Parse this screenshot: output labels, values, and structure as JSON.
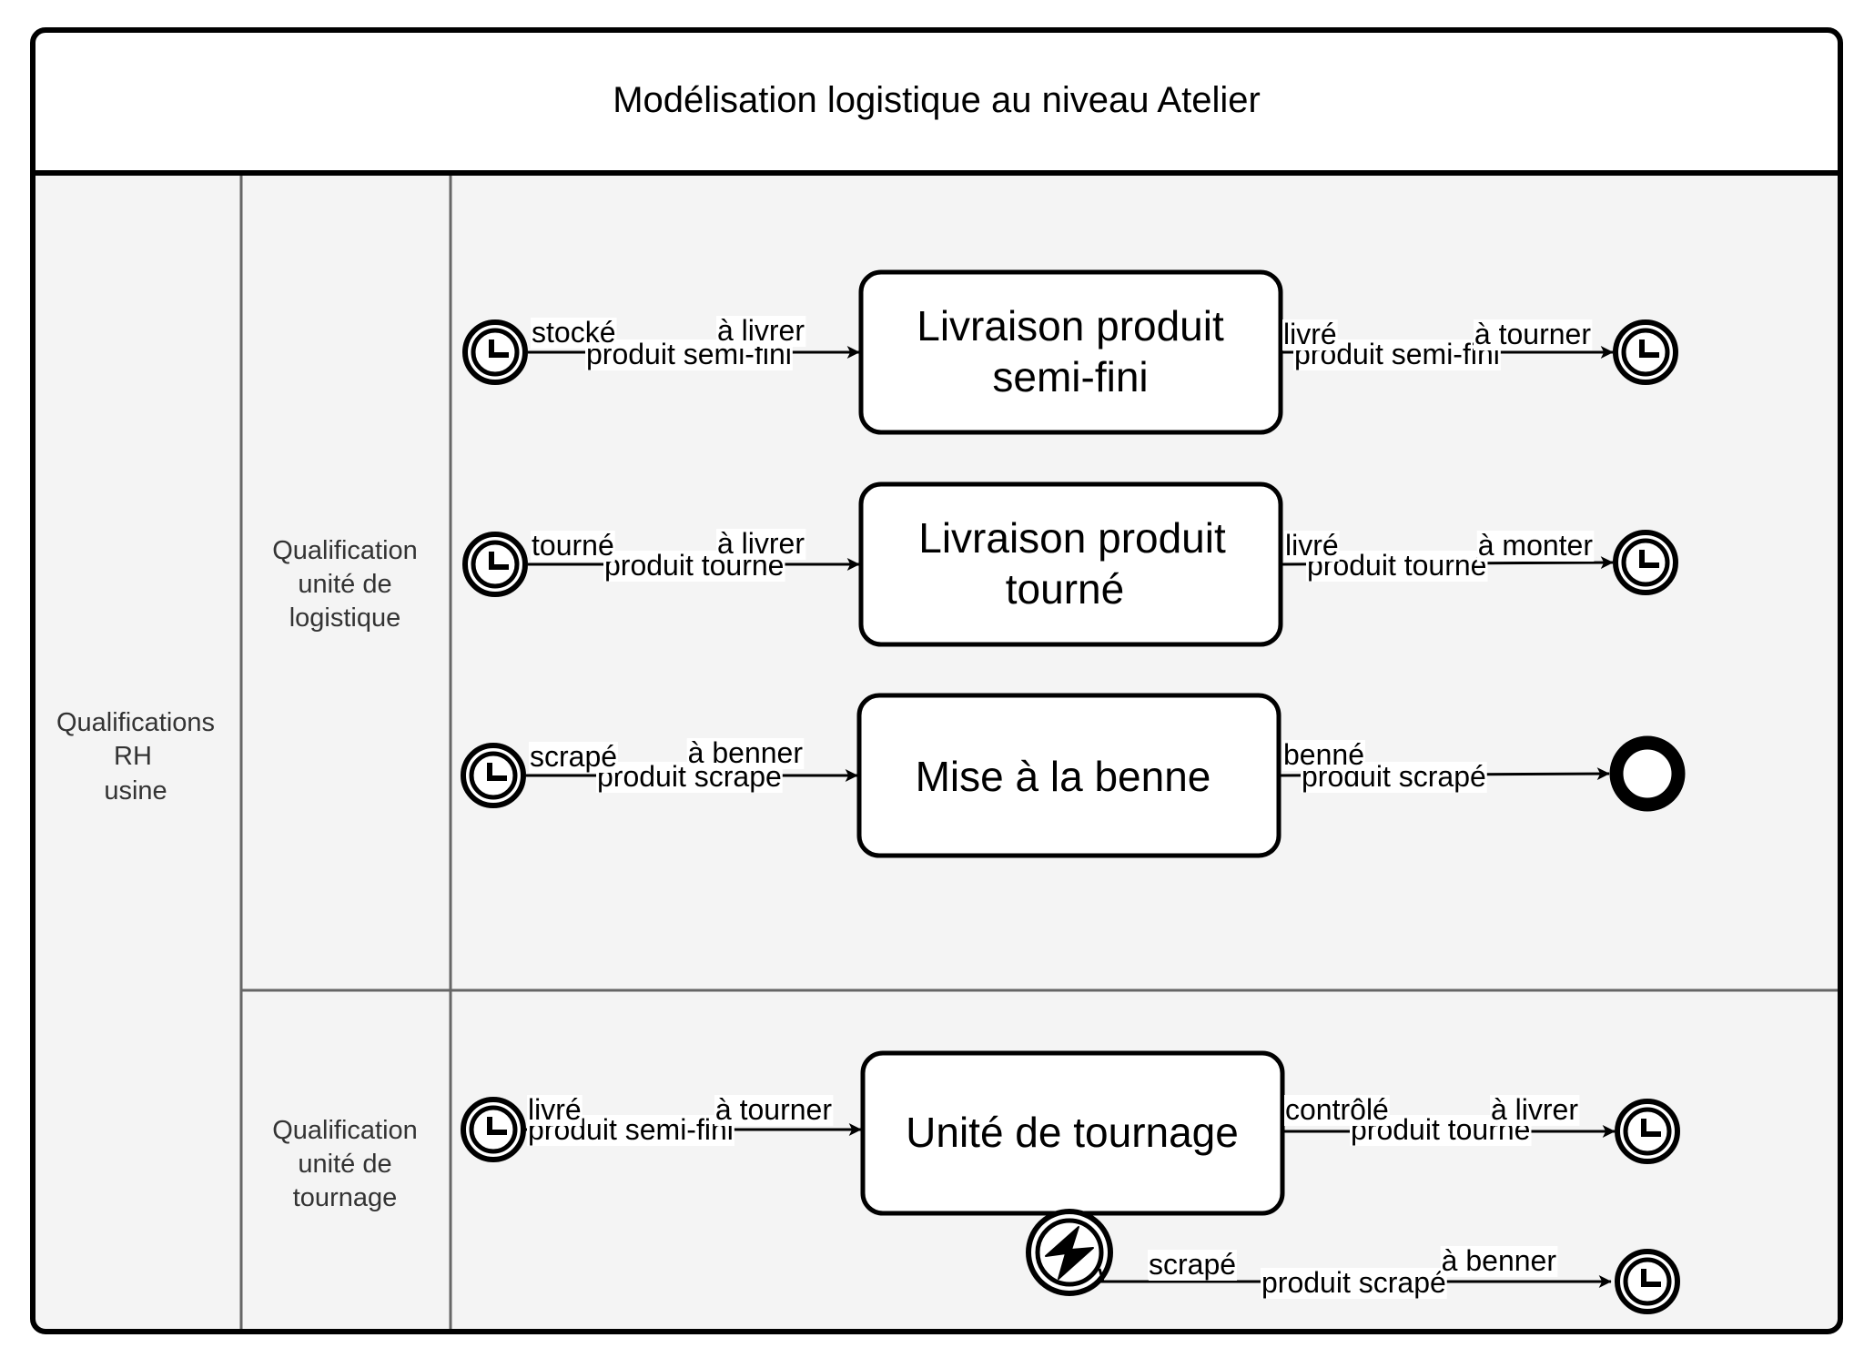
{
  "diagram": {
    "title": "Modélisation logistique au niveau Atelier",
    "colors": {
      "stroke": "#000000",
      "lane_line": "#666666",
      "lane_fill": "#f4f4f4",
      "header_fill": "#ffffff",
      "task_fill": "#ffffff",
      "label_text": "#333333"
    },
    "pools": [
      {
        "id": "rh-usine",
        "lines": [
          "Qualifications",
          "RH",
          "usine"
        ]
      }
    ],
    "lanes": [
      {
        "id": "logistique",
        "lines": [
          "Qualification",
          "unité de",
          "logistique"
        ]
      },
      {
        "id": "tournage",
        "lines": [
          "Qualification",
          "unité de",
          "tournage"
        ]
      }
    ],
    "tasks": [
      {
        "id": "livraison-semi-fini",
        "lines": [
          "Livraison produit",
          "semi-fini"
        ]
      },
      {
        "id": "livraison-tourne",
        "lines": [
          "Livraison produit",
          "tourné"
        ]
      },
      {
        "id": "mise-benne",
        "lines": [
          "Mise à la benne"
        ]
      },
      {
        "id": "unite-tournage",
        "lines": [
          "Unité de tournage"
        ]
      }
    ],
    "events": [
      {
        "id": "start-1",
        "type": "timer-intermediate"
      },
      {
        "id": "end-1",
        "type": "timer-intermediate"
      },
      {
        "id": "start-2",
        "type": "timer-intermediate"
      },
      {
        "id": "end-2",
        "type": "timer-intermediate"
      },
      {
        "id": "start-3",
        "type": "timer-intermediate"
      },
      {
        "id": "end-3",
        "type": "end-event"
      },
      {
        "id": "start-4",
        "type": "timer-intermediate"
      },
      {
        "id": "end-4",
        "type": "timer-intermediate"
      },
      {
        "id": "boundary-error",
        "type": "error-boundary"
      },
      {
        "id": "end-5",
        "type": "timer-intermediate"
      }
    ],
    "flows": [
      {
        "id": "f1-in",
        "source_state": "stocké",
        "item": "produit semi-fini",
        "target_state": "à livrer"
      },
      {
        "id": "f1-out",
        "source_state": "livré",
        "item": "produit semi-fini",
        "target_state": "à tourner"
      },
      {
        "id": "f2-in",
        "source_state": "tourné",
        "item": "produit tourné",
        "target_state": "à livrer"
      },
      {
        "id": "f2-out",
        "source_state": "livré",
        "item": "produit tourné",
        "target_state": "à monter"
      },
      {
        "id": "f3-in",
        "source_state": "scrapé",
        "item": "produit scrapé",
        "target_state": "à benner"
      },
      {
        "id": "f3-out",
        "source_state": "benné",
        "item": "produit scrapé",
        "target_state": ""
      },
      {
        "id": "f4-in",
        "source_state": "livré",
        "item": "produit semi-fini",
        "target_state": "à tourner"
      },
      {
        "id": "f4-out",
        "source_state": "contrôlé",
        "item": "produit tourné",
        "target_state": "à livrer"
      },
      {
        "id": "f5-err",
        "source_state": "scrapé",
        "item": "produit scrapé",
        "target_state": "à benner"
      }
    ]
  }
}
